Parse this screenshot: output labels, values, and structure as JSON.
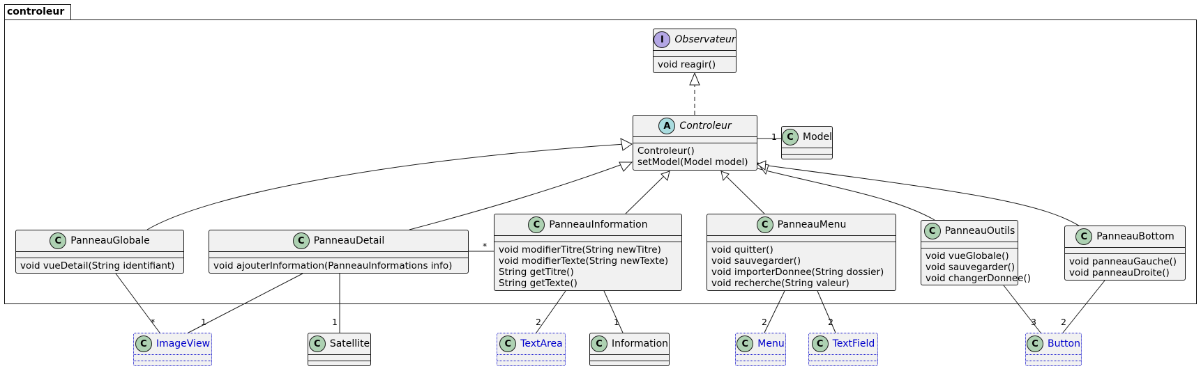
{
  "package": {
    "name": "controleur"
  },
  "classes": {
    "observateur": {
      "name": "Observateur",
      "stereotype_letter": "I",
      "methods": [
        "void reagir()"
      ]
    },
    "controleur": {
      "name": "Controleur",
      "stereotype_letter": "A",
      "methods": [
        "Controleur()",
        "setModel(Model model)"
      ]
    },
    "model": {
      "name": "Model",
      "stereotype_letter": "C"
    },
    "panneauGlobale": {
      "name": "PanneauGlobale",
      "stereotype_letter": "C",
      "methods": [
        "void vueDetail(String identifiant)"
      ]
    },
    "panneauDetail": {
      "name": "PanneauDetail",
      "stereotype_letter": "C",
      "methods": [
        "void ajouterInformation(PanneauInformations info)"
      ]
    },
    "panneauInformation": {
      "name": "PanneauInformation",
      "stereotype_letter": "C",
      "methods": [
        "void modifierTitre(String newTitre)",
        "void modifierTexte(String newTexte)",
        "String getTitre()",
        "String getTexte()"
      ]
    },
    "panneauMenu": {
      "name": "PanneauMenu",
      "stereotype_letter": "C",
      "methods": [
        "void quitter()",
        "void sauvegarder()",
        "void importerDonnee(String dossier)",
        "void recherche(String valeur)"
      ]
    },
    "panneauOutils": {
      "name": "PanneauOutils",
      "stereotype_letter": "C",
      "methods": [
        "void vueGlobale()",
        "void sauvegarder()",
        "void changerDonnee()"
      ]
    },
    "panneauBottom": {
      "name": "PanneauBottom",
      "stereotype_letter": "C",
      "methods": [
        "void panneauGauche()",
        "void panneauDroite()"
      ]
    },
    "imageView": {
      "name": "ImageView",
      "stereotype_letter": "C"
    },
    "satellite": {
      "name": "Satellite",
      "stereotype_letter": "C"
    },
    "textArea": {
      "name": "TextArea",
      "stereotype_letter": "C"
    },
    "information": {
      "name": "Information",
      "stereotype_letter": "C"
    },
    "menu": {
      "name": "Menu",
      "stereotype_letter": "C"
    },
    "textField": {
      "name": "TextField",
      "stereotype_letter": "C"
    },
    "button": {
      "name": "Button",
      "stereotype_letter": "C"
    }
  },
  "multiplicities": {
    "controleur_model": "1",
    "detail_information": "*",
    "globale_imageview": "*",
    "detail_imageview": "1",
    "detail_satellite": "1",
    "information_textarea": "2",
    "information_information": "1",
    "menu_menu": "2",
    "menu_textfield": "2",
    "outils_button": "3",
    "bottom_button": "2"
  },
  "colors": {
    "class_fill": "#f1f1f1",
    "class_badge": "#add1b2",
    "interface_badge": "#b4a7e5",
    "abstract_badge": "#a9dcdf",
    "external_class_text": "#0000cc",
    "line": "#181818"
  }
}
